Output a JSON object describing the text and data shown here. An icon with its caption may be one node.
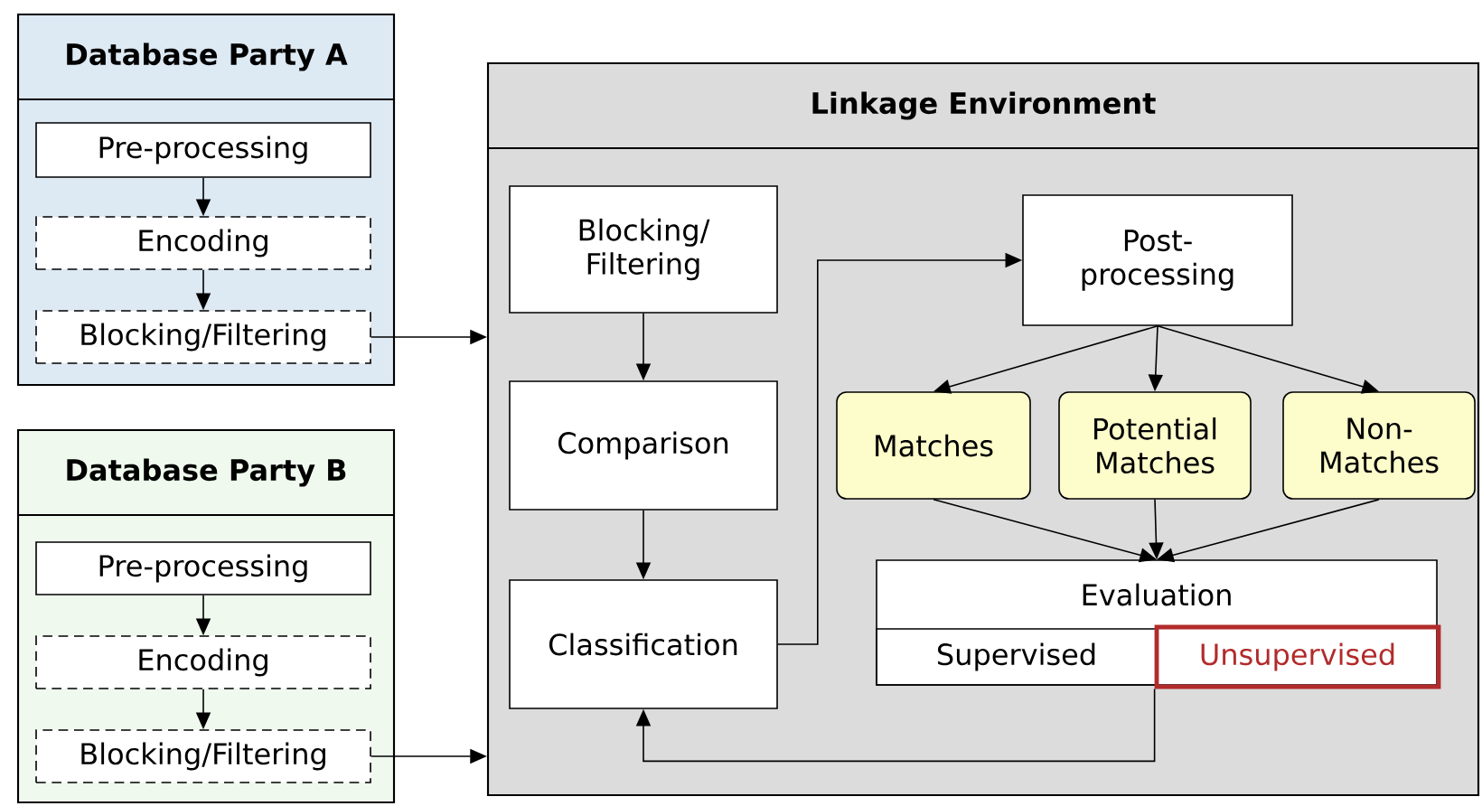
{
  "diagram": {
    "nodes": [
      {
        "text": [
          "Database Party A"
        ]
      },
      {
        "text": [
          "Pre-processing"
        ],
        "in": 0
      },
      {
        "text": [
          "Encoding"
        ],
        "in": 0
      },
      {
        "text": [
          "Blocking/Filtering"
        ],
        "in": 0
      },
      {
        "text": [
          "Database Party B"
        ]
      },
      {
        "text": [
          "Pre-processing"
        ],
        "in": 4
      },
      {
        "text": [
          "Encoding"
        ],
        "in": 4
      },
      {
        "text": [
          "Blocking/Filtering"
        ],
        "in": 4
      },
      {
        "text": [
          "Linkage Environment"
        ]
      },
      {
        "text": [
          "Blocking/ Filtering"
        ],
        "in": 8
      },
      {
        "text": [
          "Comparison"
        ],
        "in": 8
      },
      {
        "text": [
          "Classification"
        ],
        "in": 8
      },
      {
        "text": [
          "Post-processing"
        ],
        "in": 8
      },
      {
        "text": [
          "Matches"
        ],
        "in": 8
      },
      {
        "text": [
          "Potential Matches"
        ],
        "in": 8
      },
      {
        "text": [
          "Non-Matches"
        ],
        "in": 8
      },
      {
        "text": [
          "Evaluation"
        ],
        "in": 8
      },
      {
        "text": [
          "Supervised"
        ],
        "in": 16
      },
      {
        "text": [
          "Unsupervised"
        ],
        "in": 16
      }
    ],
    "edges": [
      {
        "from": 1,
        "to": 2,
        "arrow": "to"
      },
      {
        "from": 2,
        "to": 3,
        "arrow": "to"
      },
      {
        "from": 5,
        "to": 6,
        "arrow": "to"
      },
      {
        "from": 6,
        "to": 7,
        "arrow": "to"
      },
      {
        "from": 3,
        "to": 8,
        "arrow": "to"
      },
      {
        "from": 7,
        "to": 8,
        "arrow": "to"
      },
      {
        "from": 9,
        "to": 10,
        "arrow": "to"
      },
      {
        "from": 10,
        "to": 11,
        "arrow": "to"
      },
      {
        "from": 11,
        "to": 12,
        "arrow": "to"
      },
      {
        "from": 12,
        "to": 13,
        "arrow": "to"
      },
      {
        "from": 12,
        "to": 14,
        "arrow": "to"
      },
      {
        "from": 12,
        "to": 15,
        "arrow": "to"
      },
      {
        "from": 13,
        "to": 16,
        "arrow": "to"
      },
      {
        "from": 14,
        "to": 16,
        "arrow": "to"
      },
      {
        "from": 15,
        "to": 16,
        "arrow": "to"
      },
      {
        "from": 18,
        "to": 11,
        "arrow": "to"
      }
    ]
  }
}
